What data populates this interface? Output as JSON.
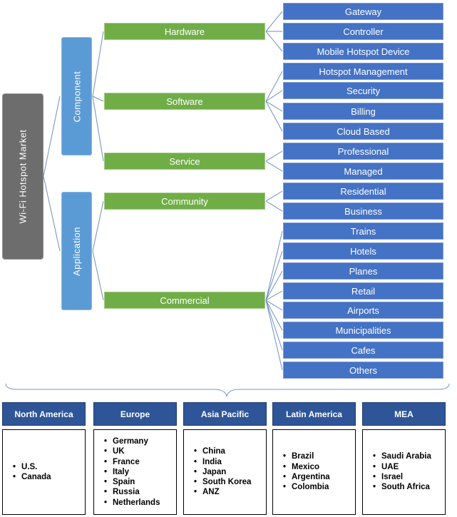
{
  "root": {
    "label": "Wi-Fi Hotspot Market"
  },
  "categories": [
    {
      "label": "Component"
    },
    {
      "label": "Application"
    }
  ],
  "segments": [
    {
      "label": "Hardware"
    },
    {
      "label": "Software"
    },
    {
      "label": "Service"
    },
    {
      "label": "Community"
    },
    {
      "label": "Commercial"
    }
  ],
  "leaves": [
    {
      "label": "Gateway"
    },
    {
      "label": "Controller"
    },
    {
      "label": "Mobile Hotspot Device"
    },
    {
      "label": "Hotspot Management"
    },
    {
      "label": "Security"
    },
    {
      "label": "Billing"
    },
    {
      "label": "Cloud Based"
    },
    {
      "label": "Professional"
    },
    {
      "label": "Managed"
    },
    {
      "label": "Residential"
    },
    {
      "label": "Business"
    },
    {
      "label": "Trains"
    },
    {
      "label": "Hotels"
    },
    {
      "label": "Planes"
    },
    {
      "label": "Retail"
    },
    {
      "label": "Airports"
    },
    {
      "label": "Municipalities"
    },
    {
      "label": "Cafes"
    },
    {
      "label": "Others"
    }
  ],
  "regions": [
    {
      "name": "North America",
      "countries": [
        "U.S.",
        "Canada"
      ]
    },
    {
      "name": "Europe",
      "countries": [
        "Germany",
        "UK",
        "France",
        "Italy",
        "Spain",
        "Russia",
        "Netherlands"
      ]
    },
    {
      "name": "Asia Pacific",
      "countries": [
        "China",
        "India",
        "Japan",
        "South Korea",
        "ANZ"
      ]
    },
    {
      "name": "Latin America",
      "countries": [
        "Brazil",
        "Mexico",
        "Argentina",
        "Colombia"
      ]
    },
    {
      "name": "MEA",
      "countries": [
        "Saudi Arabia",
        "UAE",
        "Israel",
        "South Africa"
      ]
    }
  ]
}
